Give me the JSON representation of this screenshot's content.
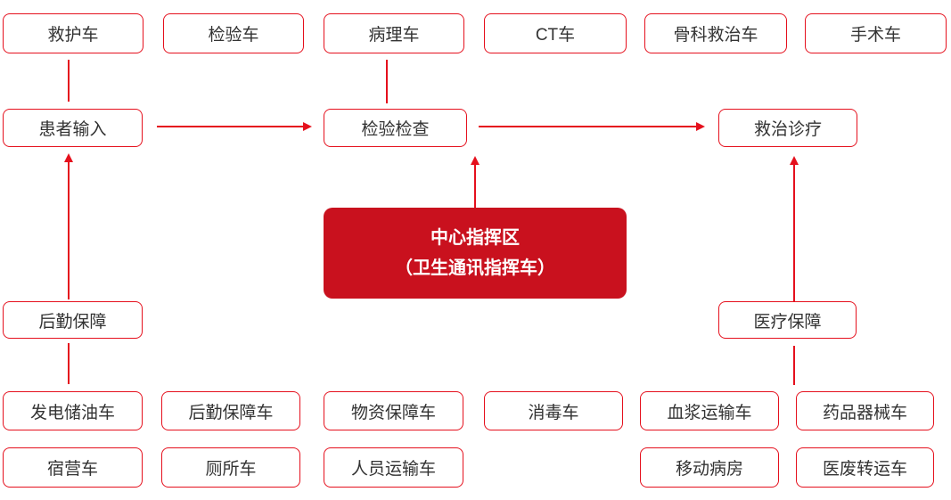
{
  "colors": {
    "accent_fill": "#C9111E",
    "accent_line": "#E5101D",
    "text": "#333333",
    "background": "#FFFFFF"
  },
  "vehicles_top": [
    "救护车",
    "检验车",
    "病理车",
    "CT车",
    "骨科救治车",
    "手术车"
  ],
  "flow": {
    "patient_input": "患者输入",
    "exam_check": "检验检查",
    "treatment": "救治诊疗"
  },
  "command_center": {
    "line1": "中心指挥区",
    "line2": "（卫生通讯指挥车）"
  },
  "support": {
    "logistics": "后勤保障",
    "medical": "医疗保障"
  },
  "vehicles_bottom_row1": [
    "发电储油车",
    "后勤保障车",
    "物资保障车",
    "消毒车",
    "血浆运输车",
    "药品器械车"
  ],
  "vehicles_bottom_row2": [
    "宿营车",
    "厕所车",
    "人员运输车",
    "移动病房",
    "医废转运车"
  ]
}
